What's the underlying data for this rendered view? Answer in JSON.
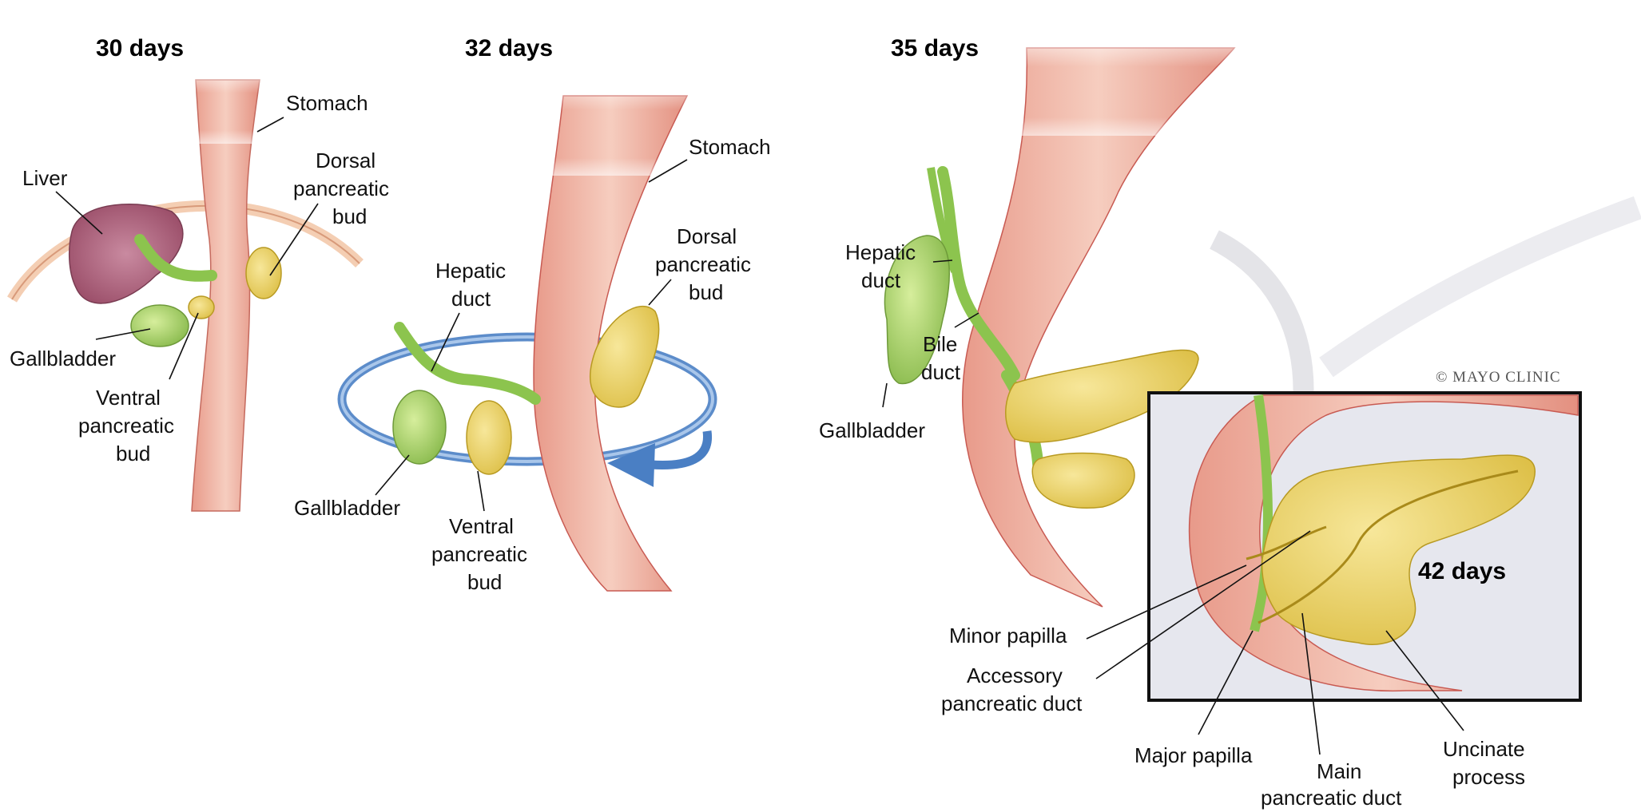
{
  "stages": {
    "day30": {
      "title": "30 days",
      "labels": {
        "stomach": "Stomach",
        "liver": "Liver",
        "dorsal": [
          "Dorsal",
          "pancreatic",
          "bud"
        ],
        "gallbladder": "Gallbladder",
        "ventral": [
          "Ventral",
          "pancreatic",
          "bud"
        ]
      }
    },
    "day32": {
      "title": "32 days",
      "labels": {
        "stomach": "Stomach",
        "dorsal": [
          "Dorsal",
          "pancreatic",
          "bud"
        ],
        "hepatic": [
          "Hepatic",
          "duct"
        ],
        "gallbladder": "Gallbladder",
        "ventral": [
          "Ventral",
          "pancreatic",
          "bud"
        ]
      }
    },
    "day35": {
      "title": "35 days",
      "labels": {
        "hepatic": [
          "Hepatic",
          "duct"
        ],
        "bile": [
          "Bile",
          "duct"
        ],
        "gallbladder": "Gallbladder"
      }
    },
    "day42": {
      "title": "42 days",
      "labels": {
        "minor_papilla": "Minor papilla",
        "accessory_duct": [
          "Accessory",
          "pancreatic duct"
        ],
        "major_papilla": "Major papilla",
        "main_duct": [
          "Main",
          "pancreatic duct"
        ],
        "uncinate": [
          "Uncinate",
          "process"
        ]
      }
    }
  },
  "copyright": "© MAYO CLINIC",
  "colors": {
    "stomach": "#f2b8a8",
    "stomach_edge": "#c85a52",
    "liver": "#b0607a",
    "gallbladder": "#a8d26a",
    "duct": "#8cc44e",
    "pancreas": "#e8d05a",
    "pancreas_edge": "#b89a22",
    "rotation_arrow": "#4a7fc4",
    "inset_bg": "#e6e7ee"
  }
}
